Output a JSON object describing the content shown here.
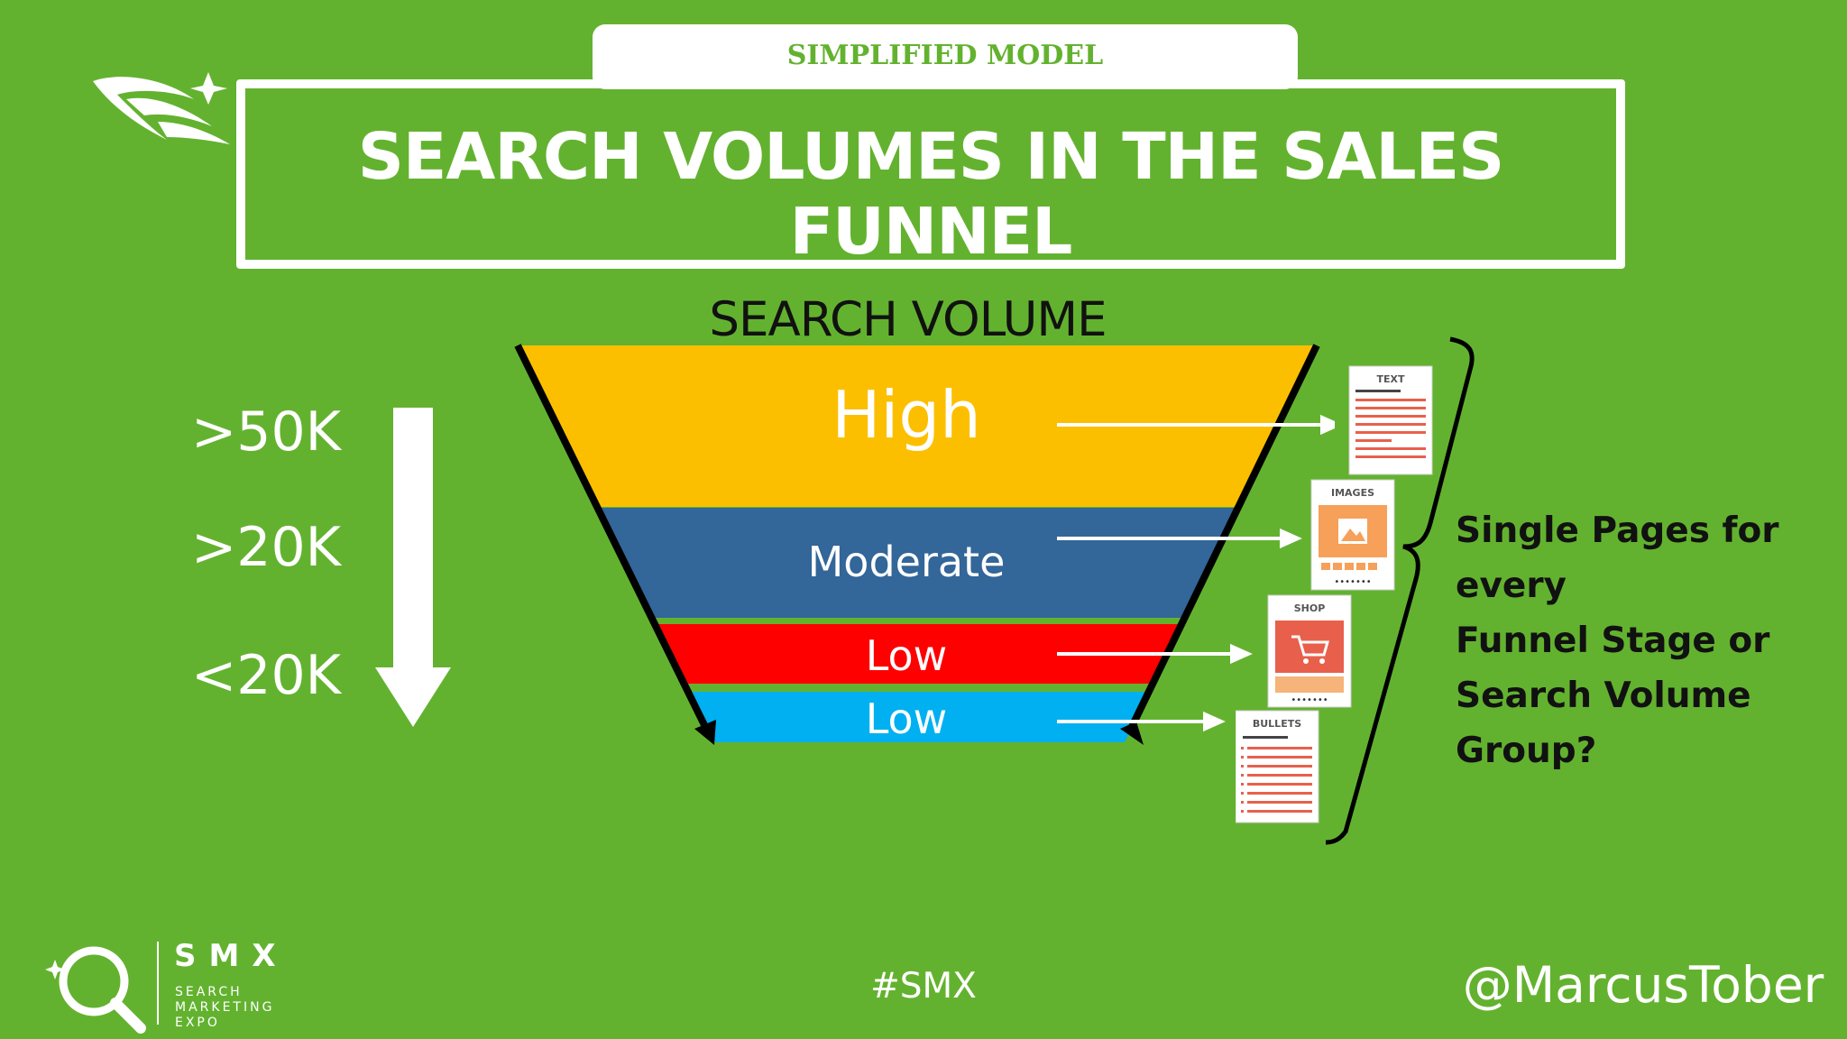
{
  "header": {
    "tab_label": "SIMPLIFIED MODEL",
    "title": "SEARCH VOLUMES IN THE SALES FUNNEL"
  },
  "funnel": {
    "heading": "SEARCH VOLUME",
    "stages": [
      {
        "label": "High",
        "color": "#fcbf00"
      },
      {
        "label": "Moderate",
        "color": "#336699"
      },
      {
        "label": "Low",
        "color": "#ff0000"
      },
      {
        "label": "Low",
        "color": "#00b0f0"
      }
    ]
  },
  "thresholds": [
    ">50K",
    ">20K",
    "<20K"
  ],
  "documents": [
    {
      "label": "TEXT",
      "icon": "text-page-icon"
    },
    {
      "label": "IMAGES",
      "icon": "image-page-icon"
    },
    {
      "label": "SHOP",
      "icon": "shop-page-icon"
    },
    {
      "label": "BULLETS",
      "icon": "bullets-page-icon"
    }
  ],
  "callout": {
    "lines": [
      "Single Pages for every",
      "Funnel Stage or",
      "Search Volume Group?"
    ]
  },
  "footer": {
    "hashtag": "#SMX",
    "handle": "@MarcusTober",
    "logo_title": "SMX",
    "logo_sub": [
      "SEARCH",
      "MARKETING",
      "EXPO"
    ]
  },
  "colors": {
    "background": "#63b22f",
    "white": "#ffffff",
    "accent_doc": "#e8604c"
  }
}
